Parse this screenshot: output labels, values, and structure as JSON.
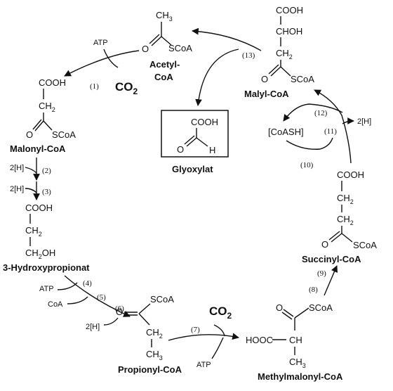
{
  "molecules": {
    "malonyl": {
      "cooh": "COOH",
      "ch": "CH",
      "sub2": "2",
      "o": "O",
      "scoa": "SCoA",
      "name": "Malonyl-CoA"
    },
    "hydroxypropionate": {
      "cooh": "COOH",
      "ch2": "CH",
      "ch2oh": "CH",
      "ch2oh_tail": "OH",
      "sub2": "2",
      "name": "3-Hydroxypropionat"
    },
    "propionyl": {
      "o": "O",
      "scoa": "SCoA",
      "ch": "CH",
      "sub2": "2",
      "sub3": "3",
      "name": "Propionyl-CoA"
    },
    "methylmalonyl": {
      "o": "O",
      "scoa": "SCoA",
      "hooc": "HOOC",
      "ch": "CH",
      "ch3": "CH",
      "sub3": "3",
      "name": "Methylmalonyl-CoA"
    },
    "succinyl": {
      "cooh": "COOH",
      "ch": "CH",
      "sub2": "2",
      "o": "O",
      "scoa": "SCoA",
      "name": "Succinyl-CoA"
    },
    "malyl": {
      "cooh": "COOH",
      "chohc": "CHOH",
      "ch": "CH",
      "sub2": "2",
      "o": "O",
      "scoa": "SCoA",
      "name": "Malyl-CoA"
    },
    "acetyl": {
      "ch": "CH",
      "sub3": "3",
      "o": "O",
      "scoa": "SCoA",
      "name_line1": "Acetyl-",
      "name_line2": "CoA"
    },
    "glyoxylate": {
      "cooh": "COOH",
      "o": "O",
      "h": "H",
      "name": "Glyoxylat"
    }
  },
  "cofactors": {
    "atp_1": "ATP",
    "co2_1": "CO",
    "co2_1_sub": "2",
    "h2_a": "2[H]",
    "h2_b": "2[H]",
    "atp_4": "ATP",
    "coa_4": "CoA",
    "h2_6": "2[H]",
    "co2_7": "CO",
    "co2_7_sub": "2",
    "atp_7": "ATP",
    "coash": "[CoASH]",
    "h2_11": "2[H]"
  },
  "steps": [
    "(1)",
    "(2)",
    "(3)",
    "(4)",
    "(5)",
    "(6)",
    "(7)",
    "(8)",
    "(9)",
    "(10)",
    "(11)",
    "(12)",
    "(13)"
  ]
}
